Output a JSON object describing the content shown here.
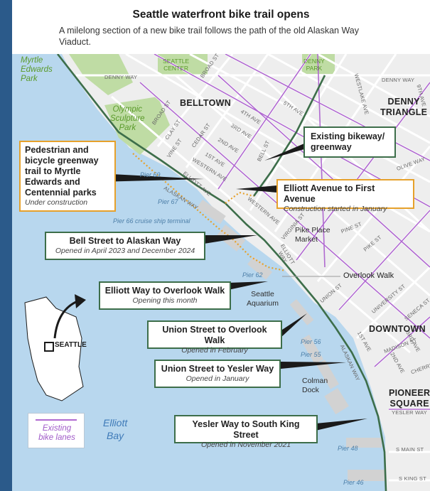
{
  "header": {
    "title": "Seattle waterfront bike trail opens",
    "subtitle": "A milelong section of a new bike trail follows the path of the old Alaskan Way Viaduct."
  },
  "colors": {
    "water": "#b8d7ee",
    "land": "#eeeeee",
    "park": "#bfdca4",
    "trail_complete": "#3d6e4a",
    "trail_construction": "#e6a12b",
    "bike_lane": "#b06ad0",
    "background": "#2b5a8a"
  },
  "parks": {
    "myrtle": "Myrtle\nEdwards\nPark",
    "seattle_center": "SEATTLE\nCENTER",
    "denny_park": "DENNY\nPARK",
    "olympic": "Olympic\nSculpture\nPark"
  },
  "neighborhoods": {
    "belltown": "BELLTOWN",
    "denny_triangle": "DENNY\nTRIANGLE",
    "downtown": "DOWNTOWN",
    "pioneer_square": "PIONEER\nSQUARE"
  },
  "streets": {
    "denny_way_w": "DENNY WAY",
    "denny_way_e": "DENNY WAY",
    "broad_top": "BROAD ST",
    "broad_mid": "BROAD ST",
    "clay": "CLAY ST",
    "vine": "VINE ST",
    "cedar": "CEDAR ST",
    "ave5": "5TH AVE",
    "ave4": "4TH AVE",
    "ave3": "3RD AVE",
    "ave2": "2ND AVE",
    "ave1": "1ST AVE",
    "bell": "BELL ST",
    "westlake": "WESTLAKE AVE",
    "ninth": "9TH AVE",
    "olive": "OLIVE WAY",
    "pine": "PINE ST",
    "pike": "PIKE ST",
    "union": "UNION ST",
    "university": "UNIVERSITY ST",
    "seneca": "SENECA ST",
    "madison": "MADISON ST",
    "cherry": "CHERRY ST",
    "first_ave_s": "1ST AVE",
    "second_ave_s": "2ND AVE",
    "third_ave_s": "3RD AVE",
    "yesler": "YESLER WAY",
    "s_main": "S MAIN ST",
    "s_king": "S KING ST",
    "western_a": "WESTERN AVE",
    "western_b": "WESTERN AVE",
    "elliott_ave": "ELLIOTT AVE",
    "alaskan_way_n": "ALASKAN WAY",
    "alaskan_way_s": "ALASKAN WAY",
    "virginia": "VIRGINIA ST",
    "elliott_way": "ELLIOTT\nWAY"
  },
  "piers": {
    "p69": "Pier 69",
    "p67": "Pier 67",
    "p66": "Pier 66 cruise ship terminal",
    "p62": "Pier 62",
    "p56": "Pier 56",
    "p55": "Pier 55",
    "p48": "Pier 48",
    "p46": "Pier 46"
  },
  "places": {
    "pike_place": "Pike Place\nMarket",
    "aquarium": "Seattle\nAquarium",
    "colman": "Colman\nDock"
  },
  "bay": "Elliott\nBay",
  "callouts": {
    "pedestrian": {
      "title": "Pedestrian and bicycle greenway trail to Myrtle Edwards and Centennial parks",
      "status": "Under construction"
    },
    "existing": {
      "title": "Existing bikeway/ greenway"
    },
    "elliott_first": {
      "title": "Elliott Avenue to First Avenue",
      "status": "Construction started in January"
    },
    "bell": {
      "title": "Bell Street to Alaskan Way",
      "status": "Opened in April 2023 and December 2024"
    },
    "overlook_label": "Overlook Walk",
    "elliott_overlook": {
      "title": "Elliott Way to Overlook Walk",
      "status": "Opening this month"
    },
    "union_overlook": {
      "title": "Union Street to Overlook Walk",
      "status": "Opened in February"
    },
    "union_yesler": {
      "title": "Union Street to Yesler Way",
      "status": "Opened in January"
    },
    "yesler_king": {
      "title": "Yesler Way to South King Street",
      "status": "Opened in November 2021"
    }
  },
  "inset": {
    "label": "SEATTLE"
  },
  "legend": {
    "label": "Existing\nbike lanes"
  }
}
